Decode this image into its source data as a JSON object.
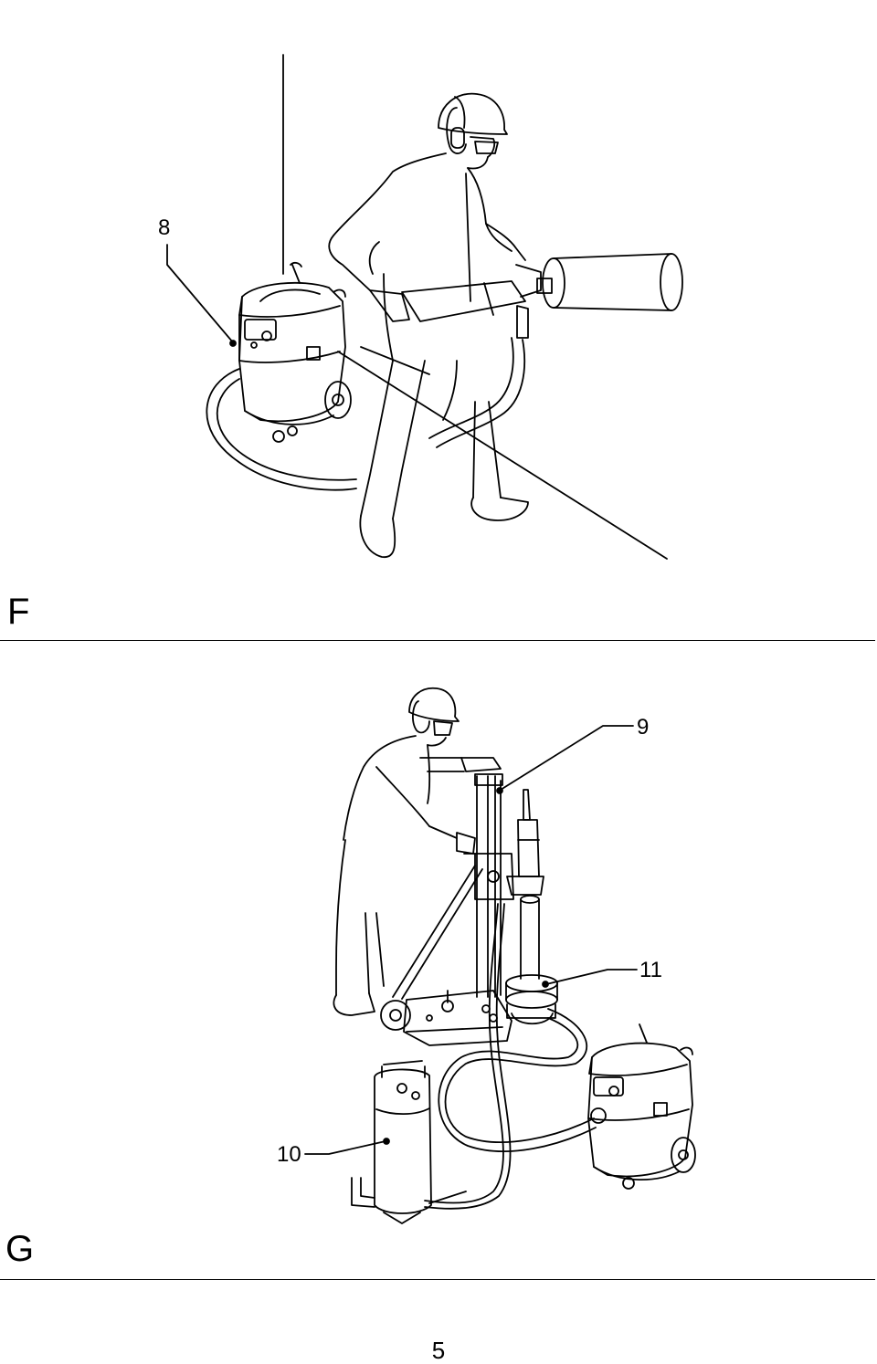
{
  "figures": [
    {
      "id": "F",
      "label": "F",
      "callouts": [
        "8"
      ]
    },
    {
      "id": "G",
      "label": "G",
      "callouts": [
        "9",
        "11",
        "10"
      ]
    }
  ],
  "page_number": "5"
}
